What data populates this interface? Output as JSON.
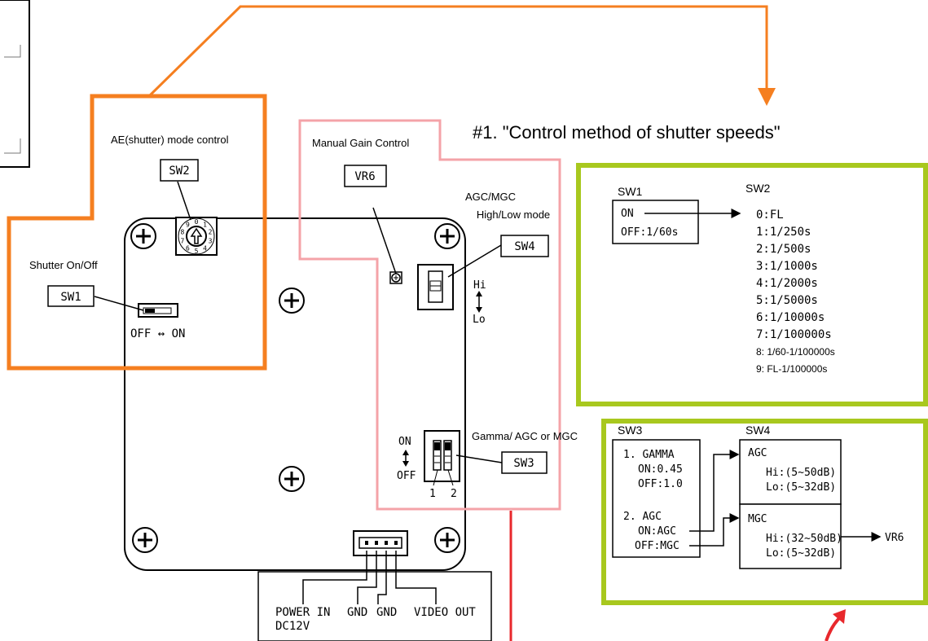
{
  "header": {
    "note": "#1. \"Control method of shutter speeds\""
  },
  "board": {
    "ae_label": "AE(shutter) mode control",
    "sw2_tag": "SW2",
    "shutter_label": "Shutter On/Off",
    "sw1_tag": "SW1",
    "off_on": "OFF ↔ ON",
    "mgc_label": "Manual Gain Control",
    "vr6_tag": "VR6",
    "agc_mgc_line1": "AGC/MGC",
    "agc_mgc_line2": "High/Low mode",
    "sw4_tag": "SW4",
    "hi": "Hi",
    "lo": "Lo",
    "gamma_label": "Gamma/ AGC or MGC",
    "sw3_tag": "SW3",
    "on": "ON",
    "off": "OFF",
    "pin1": "1",
    "pin2": "2",
    "dial_digits": [
      "0",
      "1",
      "2",
      "3",
      "4",
      "5",
      "6",
      "7",
      "8",
      "9"
    ],
    "connector": {
      "power": "POWER IN",
      "dc": "DC12V",
      "gnd1": "GND",
      "gnd2": "GND",
      "video": "VIDEO OUT"
    }
  },
  "shutter_table": {
    "sw1_header": "SW1",
    "sw2_header": "SW2",
    "on": "ON",
    "off": "OFF:1/60s",
    "items": [
      "0:FL",
      "1:1/250s",
      "2:1/500s",
      "3:1/1000s",
      "4:1/2000s",
      "5:1/5000s",
      "6:1/10000s",
      "7:1/100000s",
      "8: 1/60-1/100000s",
      "9: FL-1/100000s"
    ]
  },
  "gain_table": {
    "sw3_header": "SW3",
    "sw4_header": "SW4",
    "gamma_title": "1. GAMMA",
    "gamma_on": "ON:0.45",
    "gamma_off": "OFF:1.0",
    "agc_title": "2. AGC",
    "agc_on": "ON:AGC",
    "agc_off": "OFF:MGC",
    "agc_box_title": "AGC",
    "agc_hi": "Hi:(5~50dB)",
    "agc_lo": "Lo:(5~32dB)",
    "mgc_box_title": "MGC",
    "mgc_hi": "Hi:(32~50dB)",
    "mgc_lo": "Lo:(5~32dB)",
    "vr6": "VR6"
  },
  "colors": {
    "orange": "#f57f20",
    "pink": "#f4a3a8",
    "green": "#a8c81e",
    "red": "#e8282c"
  }
}
